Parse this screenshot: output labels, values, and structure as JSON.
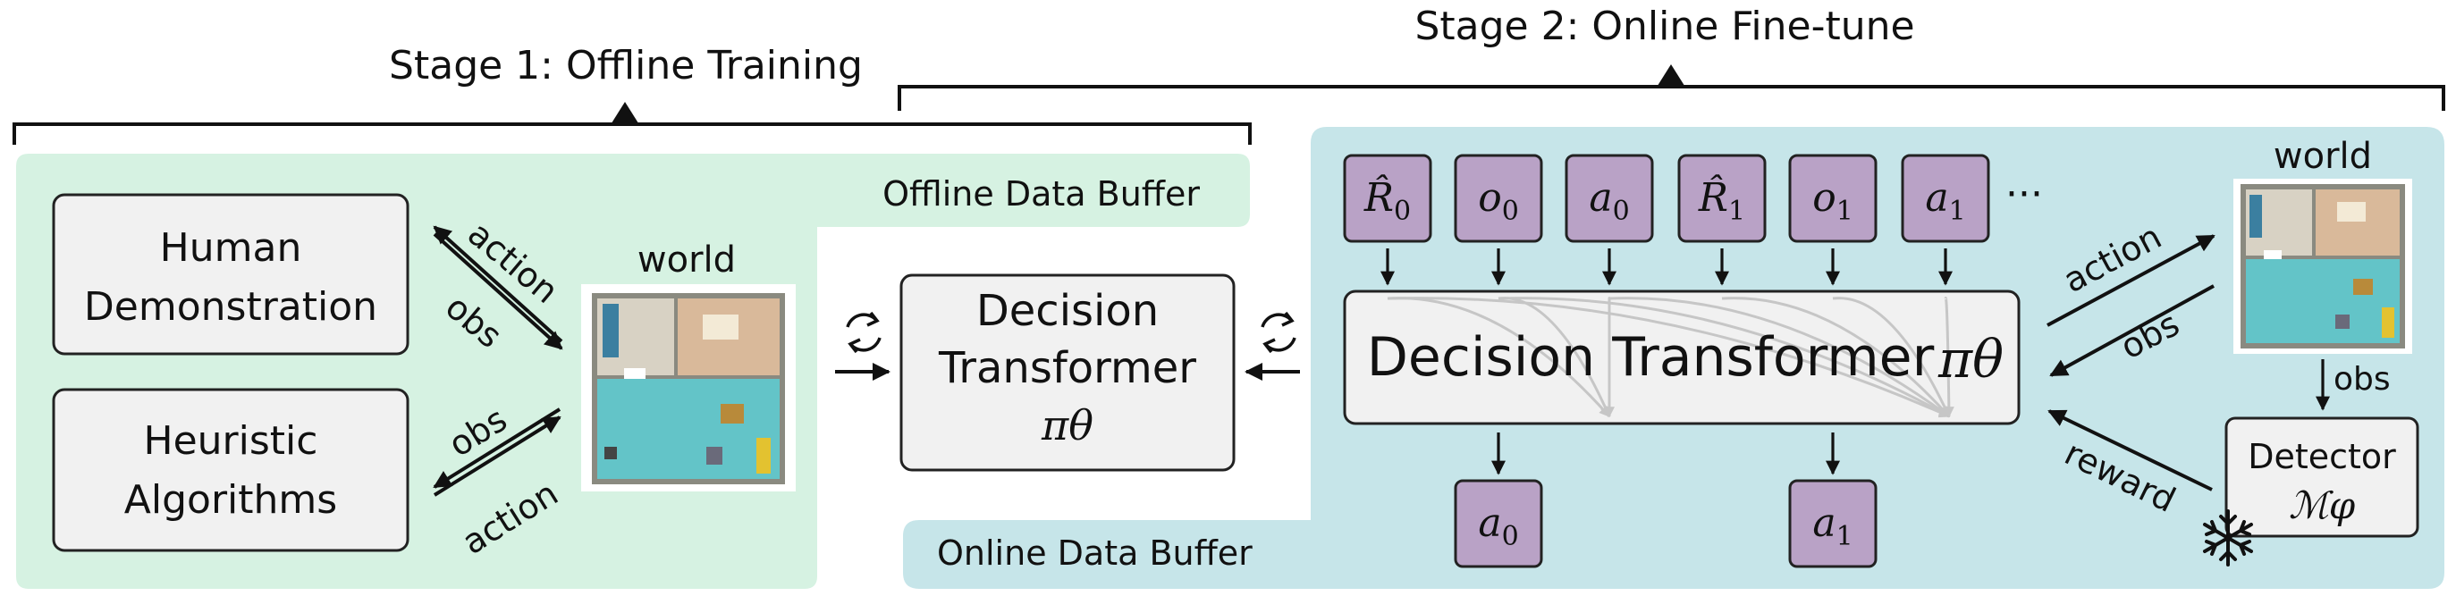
{
  "stage1": {
    "title": "Stage 1: Offline Training"
  },
  "stage2": {
    "title": "Stage 2: Online Fine-tune"
  },
  "offline_buffer": {
    "label": "Offline Data Buffer"
  },
  "online_buffer": {
    "label": "Online Data Buffer"
  },
  "human_demo": {
    "line1": "Human",
    "line2": "Demonstration"
  },
  "heuristic": {
    "line1": "Heuristic",
    "line2": "Algorithms"
  },
  "left_world": {
    "label": "world"
  },
  "right_world": {
    "label": "world"
  },
  "edges": {
    "top_action": "action",
    "top_obs": "obs",
    "bottom_obs": "obs",
    "bottom_action": "action",
    "right_action": "action",
    "right_obs": "obs",
    "world_to_detector_obs": "obs",
    "reward": "reward"
  },
  "dt_offline": {
    "line1": "Decision",
    "line2": "Transformer",
    "policy": "πθ"
  },
  "dt_online": {
    "label": "Decision Transformer",
    "policy": "πθ"
  },
  "detector": {
    "label": "Detector",
    "model": "ℳφ"
  },
  "input_tokens": [
    {
      "base": "R̂",
      "sub": "0"
    },
    {
      "base": "o",
      "sub": "0"
    },
    {
      "base": "a",
      "sub": "0"
    },
    {
      "base": "R̂",
      "sub": "1"
    },
    {
      "base": "o",
      "sub": "1"
    },
    {
      "base": "a",
      "sub": "1"
    }
  ],
  "ellipsis": "···",
  "output_tokens": [
    {
      "base": "a",
      "sub": "0"
    },
    {
      "base": "a",
      "sub": "1"
    }
  ],
  "colors": {
    "green_panel": "#d6f2e2",
    "blue_panel": "#c6e5e9",
    "token_purple": "#b9a2c6",
    "box_gray": "#f1f1f1"
  },
  "icons": {
    "refresh": "refresh-icon",
    "frozen": "snowflake-icon"
  }
}
